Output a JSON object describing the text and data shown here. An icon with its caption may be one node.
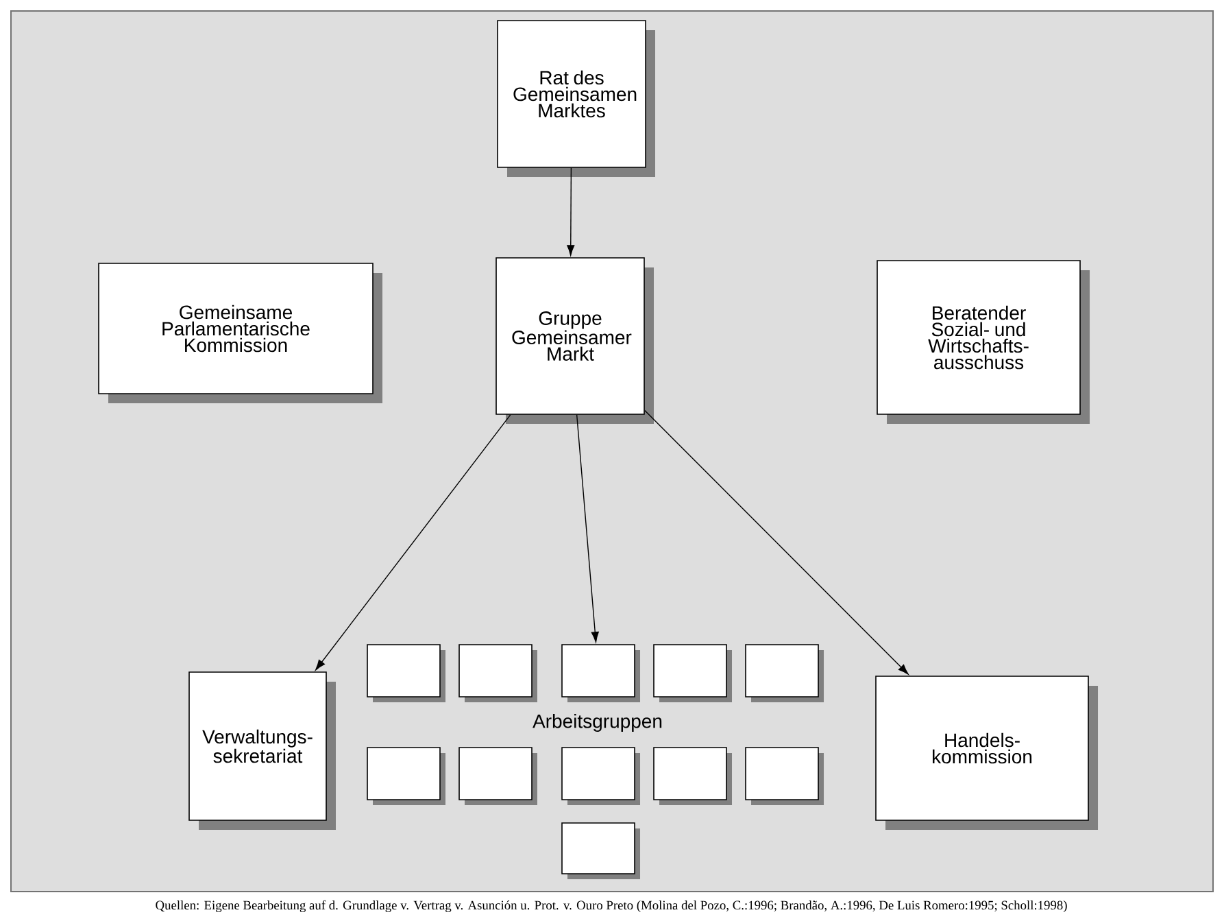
{
  "diagram": {
    "caption": "Quellen: Eigene Bearbeitung auf d. Grundlage v. Vertrag v. Asunción u. Prot. v. Ouro Preto (Molina del Pozo, C.:1996; Brandão, A.:1996, De Luis Romero:1995; Scholl:1998)",
    "nodes": [
      {
        "text": [
          "Rat des Gemeinsamen Marktes"
        ]
      },
      {
        "text": [
          "Gemeinsame Parlamentarische Kommission"
        ]
      },
      {
        "text": [
          "Gruppe Gemeinsamer Markt"
        ]
      },
      {
        "text": [
          "Beratender Sozial- und Wirtschafts- ausschuss"
        ]
      },
      {
        "text": [
          "Verwaltungs- sekretariat"
        ]
      },
      {
        "text": [],
        "shape": "box"
      },
      {
        "text": [],
        "shape": "box"
      },
      {
        "text": [],
        "shape": "box"
      },
      {
        "text": [],
        "shape": "box"
      },
      {
        "text": [],
        "shape": "box"
      },
      {
        "text": [],
        "shape": "box"
      },
      {
        "text": [],
        "shape": "box"
      },
      {
        "text": [],
        "shape": "box"
      },
      {
        "text": [],
        "shape": "box"
      },
      {
        "text": [],
        "shape": "box"
      },
      {
        "text": [],
        "shape": "box"
      },
      {
        "text": [
          "Handels- kommission"
        ]
      }
    ],
    "edges": [
      {
        "from": 0,
        "to": 2,
        "arrow": "to"
      },
      {
        "from": 2,
        "to": 4,
        "arrow": "to"
      },
      {
        "from": 2,
        "to": 7,
        "arrow": "to"
      },
      {
        "from": 2,
        "to": 16,
        "arrow": "to"
      }
    ],
    "labels": [
      "Arbeitsgruppen"
    ]
  }
}
